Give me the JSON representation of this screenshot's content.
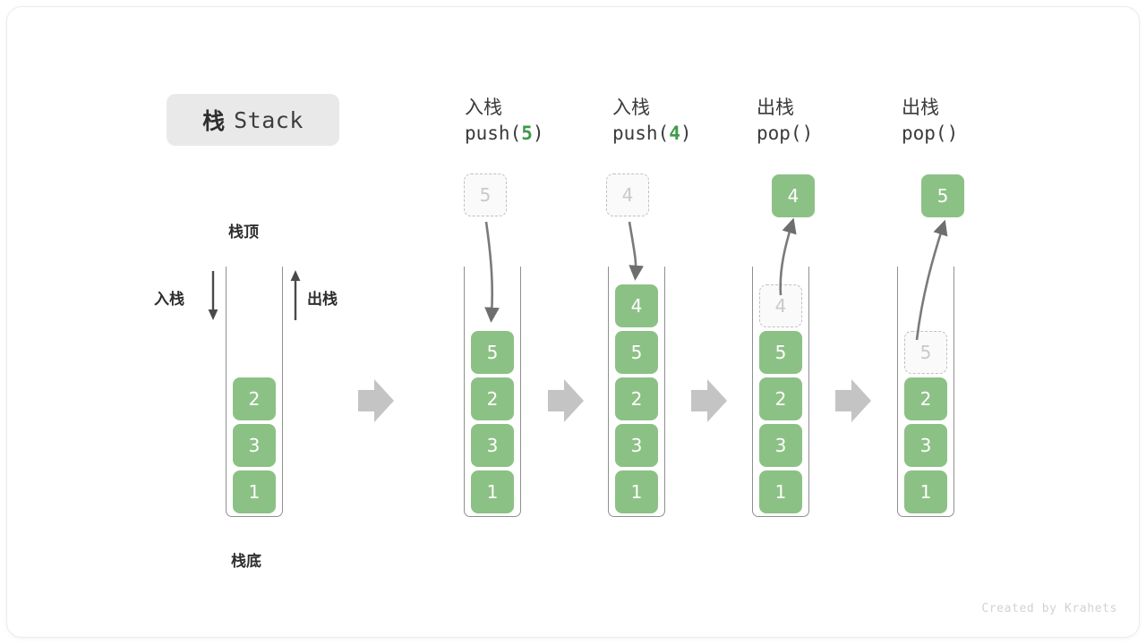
{
  "figure": {
    "title_cn": "栈",
    "title_en": "Stack",
    "watermark": "Created by Krahets",
    "colors": {
      "cell_green": "#8cc185",
      "arg_green": "#3d9b4a",
      "ghost_border": "#c0c0c0",
      "chevron_gray": "#c4c4c4",
      "arrow_gray": "#6e6e6e",
      "title_pill_bg": "#e9e9e9"
    }
  },
  "annotations": {
    "stack_top": "栈顶",
    "stack_bottom": "栈底",
    "push_side": "入栈",
    "pop_side": "出栈"
  },
  "stages": [
    {
      "id": "initial",
      "caption_cn": "",
      "caption_code": "",
      "cells_top_to_bottom": [
        "2",
        "3",
        "1"
      ],
      "ghost_index": -1,
      "float_box": null
    },
    {
      "id": "push-5",
      "caption_cn": "入栈",
      "caption_code_prefix": "push(",
      "caption_code_arg": "5",
      "caption_code_suffix": ")",
      "cells_top_to_bottom": [
        "5",
        "2",
        "3",
        "1"
      ],
      "ghost_index": -1,
      "float_box": {
        "value": "5",
        "style": "ghost",
        "role": "pending-push"
      }
    },
    {
      "id": "push-4",
      "caption_cn": "入栈",
      "caption_code_prefix": "push(",
      "caption_code_arg": "4",
      "caption_code_suffix": ")",
      "cells_top_to_bottom": [
        "4",
        "5",
        "2",
        "3",
        "1"
      ],
      "ghost_index": -1,
      "float_box": {
        "value": "4",
        "style": "ghost",
        "role": "pending-push"
      }
    },
    {
      "id": "pop-4",
      "caption_cn": "出栈",
      "caption_code_prefix": "pop(",
      "caption_code_arg": "",
      "caption_code_suffix": ")",
      "cells_top_to_bottom": [
        "4",
        "5",
        "2",
        "3",
        "1"
      ],
      "ghost_index": 0,
      "float_box": {
        "value": "4",
        "style": "solid",
        "role": "popped-value"
      }
    },
    {
      "id": "pop-5",
      "caption_cn": "出栈",
      "caption_code_prefix": "pop(",
      "caption_code_arg": "",
      "caption_code_suffix": ")",
      "cells_top_to_bottom": [
        "5",
        "2",
        "3",
        "1"
      ],
      "ghost_index": 0,
      "float_box": {
        "value": "5",
        "style": "solid",
        "role": "popped-value"
      }
    }
  ],
  "chart_data": {
    "type": "diagram",
    "title": "栈 Stack",
    "sequence": [
      {
        "op": "initial",
        "stack_top_to_bottom": [
          "2",
          "3",
          "1"
        ]
      },
      {
        "op": "push(5)",
        "stack_top_to_bottom": [
          "5",
          "2",
          "3",
          "1"
        ]
      },
      {
        "op": "push(4)",
        "stack_top_to_bottom": [
          "4",
          "5",
          "2",
          "3",
          "1"
        ]
      },
      {
        "op": "pop()",
        "returns": "4",
        "stack_top_to_bottom": [
          "5",
          "2",
          "3",
          "1"
        ]
      },
      {
        "op": "pop()",
        "returns": "5",
        "stack_top_to_bottom": [
          "2",
          "3",
          "1"
        ]
      }
    ]
  }
}
